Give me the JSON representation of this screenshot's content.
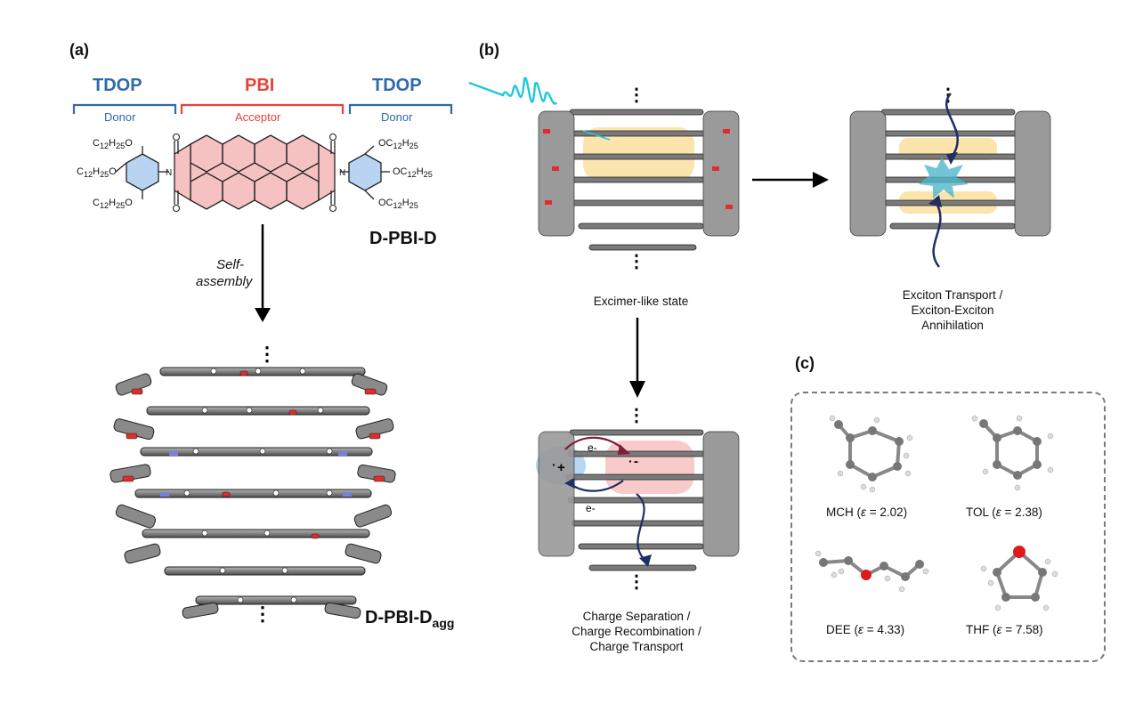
{
  "panels": {
    "a_label": "(a)",
    "b_label": "(b)",
    "c_label": "(c)"
  },
  "molecule": {
    "left_group": "TDOP",
    "left_role": "Donor",
    "center_group": "PBI",
    "center_role": "Acceptor",
    "right_group": "TDOP",
    "right_role": "Donor",
    "subst_left_top": "C12H25O",
    "subst_left_mid": "C12H25O",
    "subst_left_bot": "C12H25O",
    "subst_right_top": "OC12H25",
    "subst_right_mid": "OC12H25",
    "subst_right_bot": "OC12H25",
    "n_label": "N",
    "name": "D-PBI-D",
    "process_line1": "Self-",
    "process_line2": "assembly",
    "agg_name_main": "D-PBI-D",
    "agg_name_sub": "agg"
  },
  "states": {
    "excimer": "Excimer-like state",
    "exciton_line1": "Exciton Transport /",
    "exciton_line2": "Exciton-Exciton",
    "exciton_line3": "Annihilation",
    "charge_line1": "Charge Separation /",
    "charge_line2": "Charge Recombination /",
    "charge_line3": "Charge Transport",
    "electron": "e-",
    "plus": "+",
    "minus": "-"
  },
  "solvents": [
    {
      "name": "MCH",
      "eps": "2.02"
    },
    {
      "name": "TOL",
      "eps": "2.38"
    },
    {
      "name": "DEE",
      "eps": "4.33"
    },
    {
      "name": "THF",
      "eps": "7.58"
    }
  ],
  "colors": {
    "donor_blue": "#2e6aa6",
    "acceptor_red": "#e8413c",
    "donor_fill": "#b9d4f2",
    "acceptor_fill": "#f6c1c1",
    "laser_cyan": "#1fc8d8",
    "arrow_navy": "#1d2f63"
  }
}
